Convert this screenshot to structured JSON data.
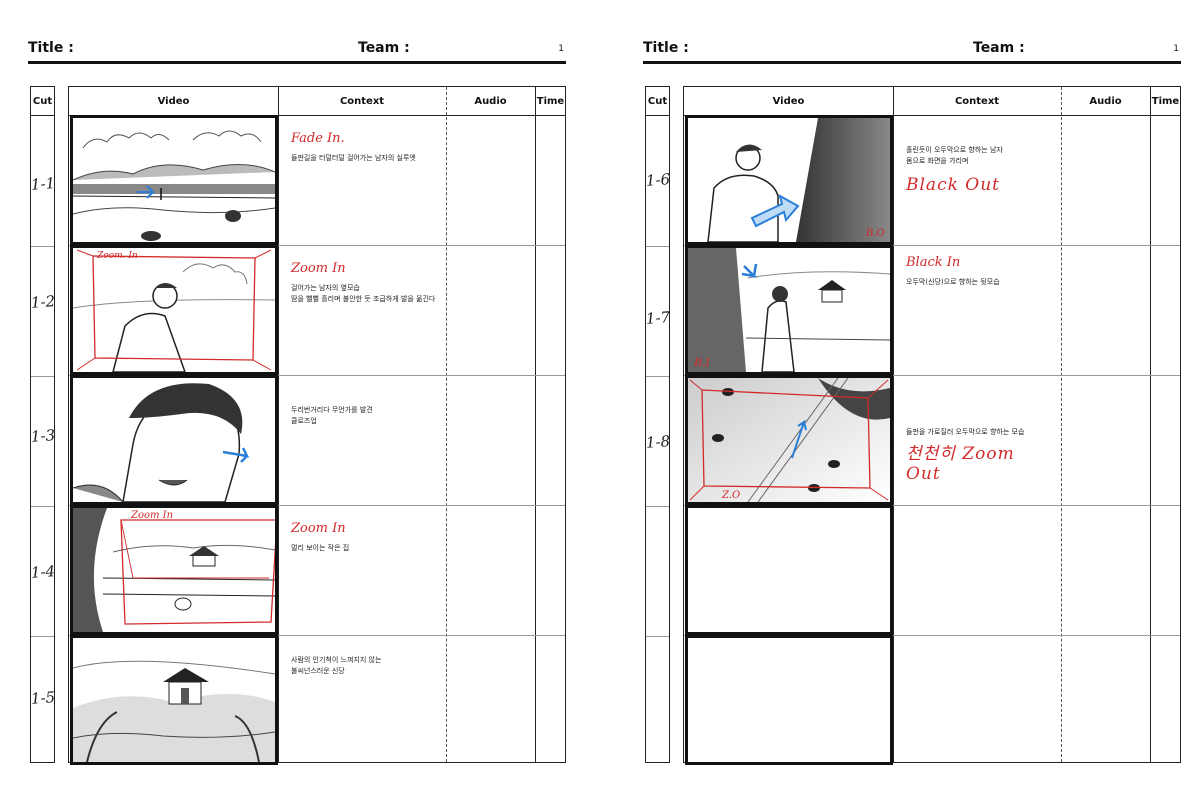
{
  "sheets": [
    {
      "header": {
        "title_label": "Title :",
        "team_label": "Team :",
        "page_number": "1"
      },
      "columns": {
        "cut": "Cut",
        "video": "Video",
        "context": "Context",
        "audio": "Audio",
        "time": "Time"
      },
      "rows": [
        {
          "cut": "1-1",
          "note": "Fade In.",
          "desc": [
            "들판길을 터덜터덜 걸어가는 남자의 실루엣"
          ]
        },
        {
          "cut": "1-2",
          "note": "Zoom In",
          "desc": [
            "걸어가는 남자의 옆모습",
            "땀을 뻘뻘 흘리며 불안한 듯 조급하게 발을 옮긴다"
          ]
        },
        {
          "cut": "1-3",
          "note": "",
          "desc": [
            "두리번거리다 무언가를 발견",
            "클로즈업"
          ]
        },
        {
          "cut": "1-4",
          "note": "Zoom In",
          "desc": [
            "멀리 보이는 작은 집"
          ]
        },
        {
          "cut": "1-5",
          "note": "",
          "desc": [
            "사람의 인기척이 느껴지지 않는",
            "불씨넌스러운 신당"
          ]
        }
      ]
    },
    {
      "header": {
        "title_label": "Title :",
        "team_label": "Team :",
        "page_number": "1"
      },
      "columns": {
        "cut": "Cut",
        "video": "Video",
        "context": "Context",
        "audio": "Audio",
        "time": "Time"
      },
      "rows": [
        {
          "cut": "1-6",
          "note_top": "",
          "desc": [
            "홀린듯이 오두막으로 향하는 남자",
            "몸으로 화면을 가리며"
          ],
          "note": "Black Out"
        },
        {
          "cut": "1-7",
          "note_top": "Black In",
          "desc": [
            "오두막(신당)으로 향하는 뒷모습"
          ],
          "note": ""
        },
        {
          "cut": "1-8",
          "note_top": "",
          "desc": [
            "들판을 가로질러 오두막으로 향하는 모습"
          ],
          "note": "천천히 Zoom Out"
        },
        {
          "cut": "",
          "note_top": "",
          "desc": [],
          "note": ""
        },
        {
          "cut": "",
          "note_top": "",
          "desc": [],
          "note": ""
        }
      ]
    }
  ],
  "sketch_marks": {
    "frame_1_2": "Zoom. In",
    "frame_1_4": "Zoom In",
    "frame_1_6": "B.O",
    "frame_1_7": "B.I",
    "frame_1_8": "Z.O"
  },
  "colors": {
    "annotation_red": "#d22a2a",
    "arrow_blue": "#2b7fd8",
    "ink": "#111111"
  }
}
